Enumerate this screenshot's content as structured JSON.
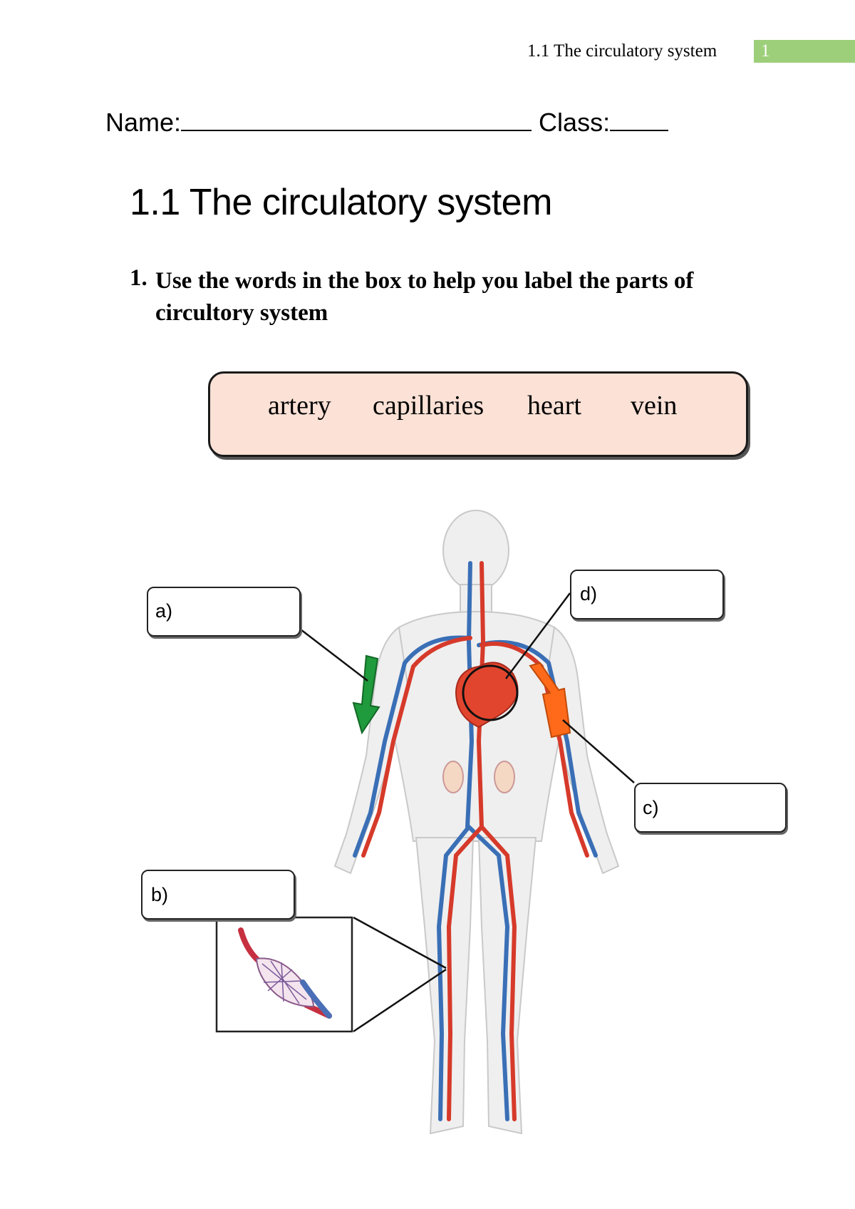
{
  "header": {
    "running_title": "1.1 The circulatory system",
    "page_number": "1",
    "accent_color": "#9dcf7a"
  },
  "student": {
    "name_label": "Name:",
    "class_label": "Class:"
  },
  "title": "1.1 The circulatory system",
  "question": {
    "number": "1.",
    "text": "Use the words in the box to help you label the parts of circultory system"
  },
  "word_box": {
    "background": "#fbe1d6",
    "words": [
      "artery",
      "capillaries",
      "heart",
      "vein"
    ]
  },
  "labels": {
    "a": "a)",
    "b": "b)",
    "c": "c)",
    "d": "d)"
  },
  "arrows": {
    "left_arm_color": "#1f9a3c",
    "right_arm_color": "#ff6a1a"
  },
  "vessel_colors": {
    "artery": "#d63a2a",
    "vein": "#3a6fb6",
    "heart": "#e2452e"
  }
}
